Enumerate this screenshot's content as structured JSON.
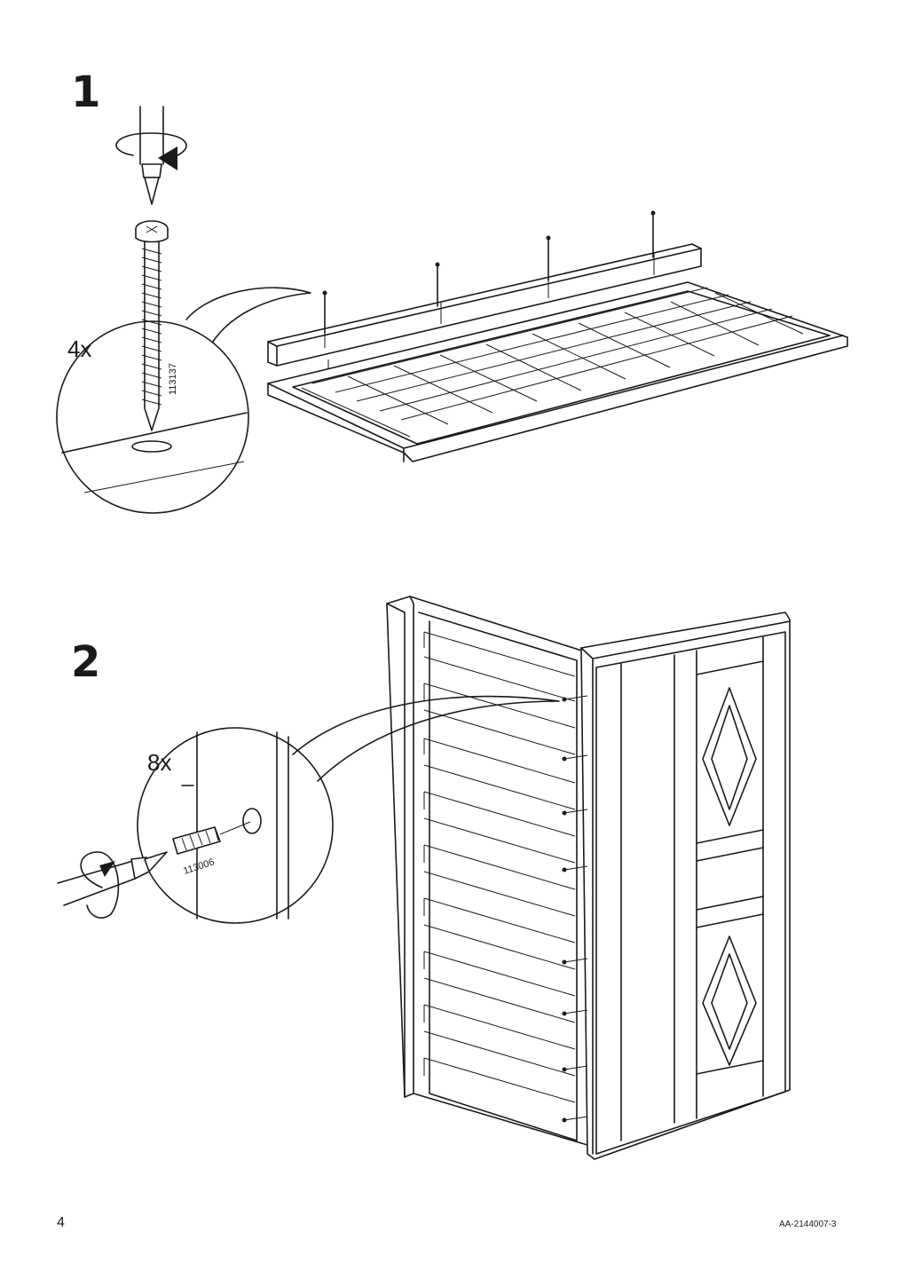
{
  "steps": [
    {
      "number": "1",
      "quantity": "4x",
      "part_id": "113137"
    },
    {
      "number": "2",
      "quantity": "8x",
      "part_id": "113006"
    }
  ],
  "footer": {
    "page_number": "4",
    "document_id": "AA-2144007-3"
  }
}
